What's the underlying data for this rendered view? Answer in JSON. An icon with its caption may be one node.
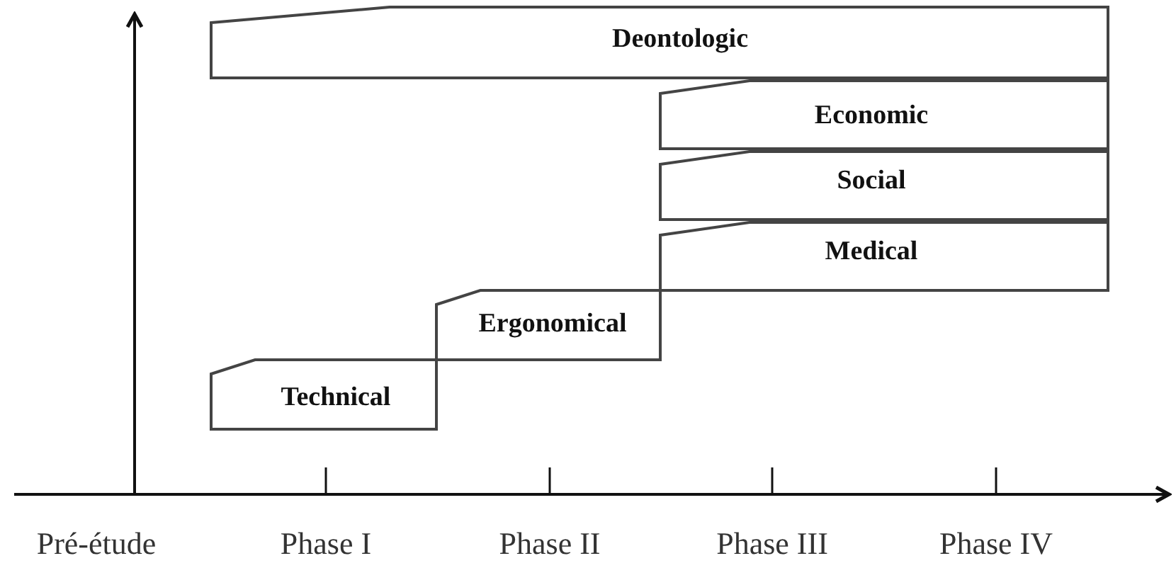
{
  "diagram": {
    "nodes": [
      {
        "text": [
          "Deontologic"
        ]
      },
      {
        "text": [
          "Economic"
        ]
      },
      {
        "text": [
          "Social"
        ]
      },
      {
        "text": [
          "Medical"
        ]
      },
      {
        "text": [
          "Ergonomical"
        ]
      },
      {
        "text": [
          "Technical"
        ]
      }
    ],
    "labels": [
      "Pré-étude",
      "Phase I",
      "Phase II",
      "Phase III",
      "Phase IV"
    ]
  }
}
